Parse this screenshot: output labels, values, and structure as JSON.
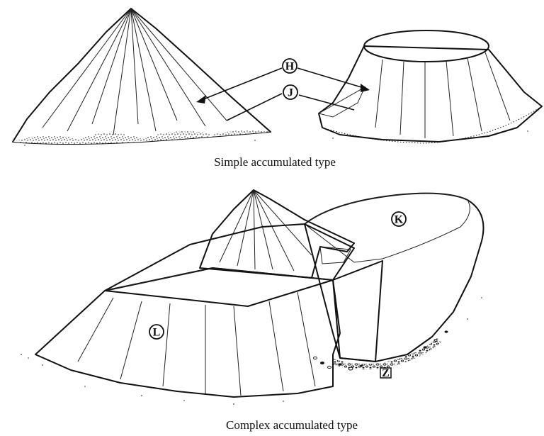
{
  "captions": {
    "simple": "Simple accumulated type",
    "complex": "Complex accumulated type"
  },
  "labels": {
    "H": "H",
    "J": "J",
    "K": "K",
    "L": "L",
    "Z": "Z"
  }
}
